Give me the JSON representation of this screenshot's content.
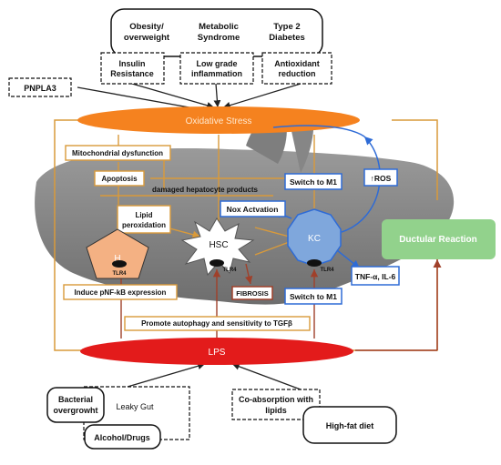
{
  "top": {
    "conditions": [
      "Obesity/",
      "overweight",
      "Metabolic",
      "Syndrome",
      "Type 2",
      "Diabetes"
    ],
    "mechanisms": [
      "Insulin",
      "Resistance",
      "Low grade",
      "inflammation",
      "Antioxidant",
      "reduction"
    ]
  },
  "pnpla3": "PNPLA3",
  "oxidative_stress": "Oxidative Stress",
  "mitochondrial": "Mitochondrial dysfunction",
  "apoptosis": "Apoptosis",
  "damaged_products": "damaged hepatocyte products",
  "lipid": [
    "Lipid",
    "peroxidation"
  ],
  "nox": "Nox Actvation",
  "switch_m1_top": "Switch to M1",
  "ros": "↑ROS",
  "hepatocyte": "H",
  "hsc": "HSC",
  "kc": "KC",
  "tlr4": "TLR4",
  "ductular": "Ductular Reaction",
  "tnf": "TNF-α, IL-6",
  "pnfkb": "Induce pNF-kB expression",
  "fibrosis": "FIBROSIS",
  "switch_m1_bottom": "Switch to M1",
  "autophagy": "Promote autophagy and sensitivity to TGFβ",
  "lps": "LPS",
  "bottom": {
    "bacterial": [
      "Bacterial",
      "overgrowht"
    ],
    "leaky_gut": "Leaky Gut",
    "alcohol": "Alcohol/Drugs",
    "coabsorption": [
      "Co-absorption with",
      "lipids"
    ],
    "highfat": "High-fat diet"
  },
  "colors": {
    "oxidative": "#f5821f",
    "lps": "#e31b1b",
    "kc_fill": "#7fa7dc",
    "hepatocyte_fill": "#f4b183",
    "ductular": "#92d28c",
    "orange_line": "#d99a3a",
    "brown_line": "#a0402a",
    "blue_line": "#2e6bd6",
    "liver": "#8a8a8a"
  }
}
